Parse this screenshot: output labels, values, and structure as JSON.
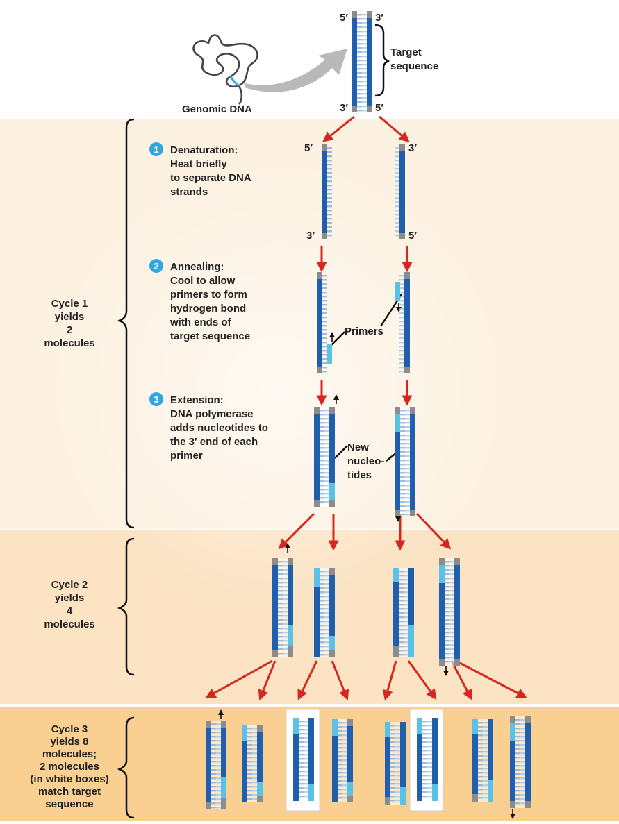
{
  "header": {
    "genomic_label": "Genomic DNA",
    "target_label": [
      "Target",
      "sequence"
    ],
    "end_5": "5′",
    "end_3": "3′"
  },
  "steps": [
    {
      "number": "1",
      "lines": [
        "Denaturation:",
        "Heat briefly",
        "to separate DNA",
        "strands"
      ]
    },
    {
      "number": "2",
      "lines": [
        "Annealing:",
        "Cool to allow",
        "primers to form",
        "hydrogen bond",
        "with ends of",
        "target sequence"
      ]
    },
    {
      "number": "3",
      "lines": [
        "Extension:",
        "DNA polymerase",
        "adds nucleotides to",
        "the 3′ end of each",
        "primer"
      ]
    }
  ],
  "callouts": {
    "primers": "Primers",
    "new_nucleotides": [
      "New",
      "nucleo-",
      "tides"
    ]
  },
  "cycles": [
    {
      "name": "cycle-1",
      "lines": [
        "Cycle 1",
        "yields",
        "2",
        "molecules"
      ]
    },
    {
      "name": "cycle-2",
      "lines": [
        "Cycle 2",
        "yields",
        "4",
        "molecules"
      ]
    },
    {
      "name": "cycle-3",
      "lines": [
        "Cycle 3",
        "yields 8",
        "molecules;",
        "2 molecules",
        "(in white boxes)",
        "match target",
        "sequence"
      ]
    }
  ],
  "colors": {
    "band1": "#fdf2e2",
    "band2": "#fbe3c3",
    "band3": "#f9cf92",
    "dark_blue": "#1f5fae",
    "light_blue": "#5bc2e7",
    "gray_end": "#8c8c8c",
    "rung": "#ffffff",
    "arrow": "#d7261e",
    "badge": "#2ea7e0"
  }
}
